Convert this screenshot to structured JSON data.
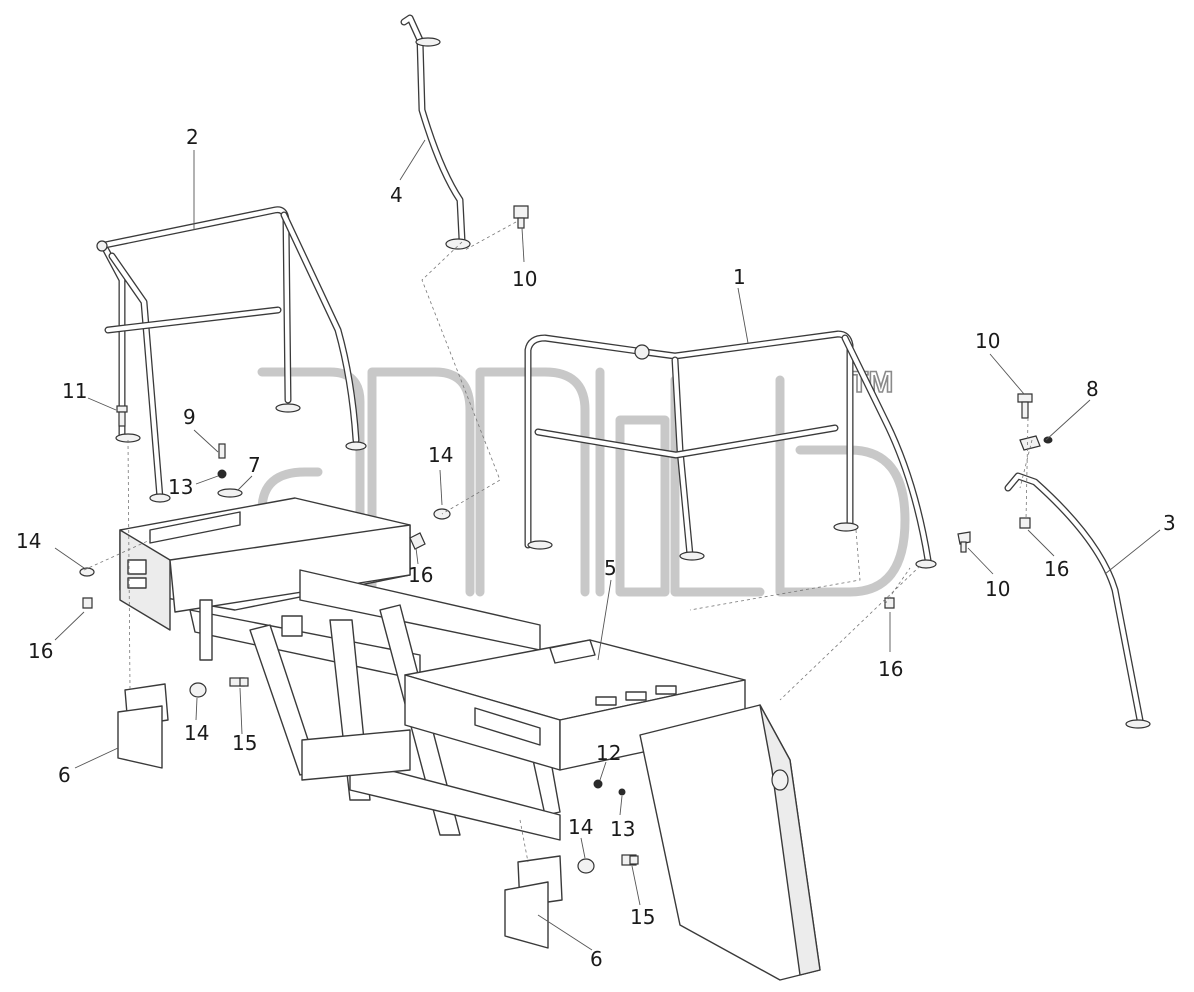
{
  "watermark": {
    "trademark": "TM"
  },
  "callouts": [
    {
      "id": "label-1",
      "text": "1"
    },
    {
      "id": "label-2",
      "text": "2"
    },
    {
      "id": "label-3",
      "text": "3"
    },
    {
      "id": "label-4",
      "text": "4"
    },
    {
      "id": "label-5",
      "text": "5"
    },
    {
      "id": "label-6a",
      "text": "6"
    },
    {
      "id": "label-6b",
      "text": "6"
    },
    {
      "id": "label-7",
      "text": "7"
    },
    {
      "id": "label-8",
      "text": "8"
    },
    {
      "id": "label-9",
      "text": "9"
    },
    {
      "id": "label-10a",
      "text": "10"
    },
    {
      "id": "label-10b",
      "text": "10"
    },
    {
      "id": "label-10c",
      "text": "10"
    },
    {
      "id": "label-11",
      "text": "11"
    },
    {
      "id": "label-12",
      "text": "12"
    },
    {
      "id": "label-13a",
      "text": "13"
    },
    {
      "id": "label-13b",
      "text": "13"
    },
    {
      "id": "label-14a",
      "text": "14"
    },
    {
      "id": "label-14b",
      "text": "14"
    },
    {
      "id": "label-14c",
      "text": "14"
    },
    {
      "id": "label-14d",
      "text": "14"
    },
    {
      "id": "label-15a",
      "text": "15"
    },
    {
      "id": "label-15b",
      "text": "15"
    },
    {
      "id": "label-16a",
      "text": "16"
    },
    {
      "id": "label-16b",
      "text": "16"
    },
    {
      "id": "label-16c",
      "text": "16"
    },
    {
      "id": "label-16d",
      "text": "16"
    }
  ]
}
